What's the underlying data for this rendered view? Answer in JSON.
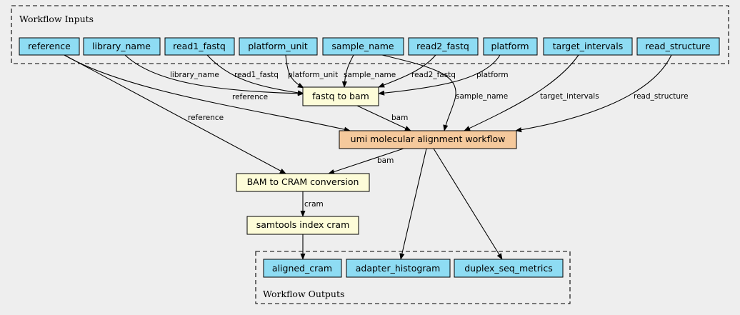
{
  "clusters": {
    "inputs_label": "Workflow Inputs",
    "outputs_label": "Workflow Outputs"
  },
  "inputs": {
    "reference": "reference",
    "library_name": "library_name",
    "read1_fastq": "read1_fastq",
    "platform_unit": "platform_unit",
    "sample_name": "sample_name",
    "read2_fastq": "read2_fastq",
    "platform": "platform",
    "target_intervals": "target_intervals",
    "read_structure": "read_structure"
  },
  "tasks": {
    "fastq_to_bam": "fastq to bam",
    "umi_workflow": "umi molecular alignment workflow",
    "bam_to_cram": "BAM to CRAM conversion",
    "samtools_index": "samtools index cram"
  },
  "outputs": {
    "aligned_cram": "aligned_cram",
    "adapter_histogram": "adapter_histogram",
    "duplex_seq_metrics": "duplex_seq_metrics"
  },
  "edge_labels": {
    "library_name": "library_name",
    "read1_fastq": "read1_fastq",
    "platform_unit": "platform_unit",
    "sample_name_fastq": "sample_name",
    "read2_fastq": "read2_fastq",
    "platform": "platform",
    "reference_umi": "reference",
    "reference_cram": "reference",
    "sample_name_umi": "sample_name",
    "target_intervals": "target_intervals",
    "read_structure": "read_structure",
    "bam_fastq": "bam",
    "bam_umi": "bam",
    "cram": "cram"
  },
  "colors": {
    "background": "#eeeeee",
    "input_fill": "#8edcf3",
    "task_fill": "#fdfcd8",
    "workflow_fill": "#f5c99c"
  }
}
